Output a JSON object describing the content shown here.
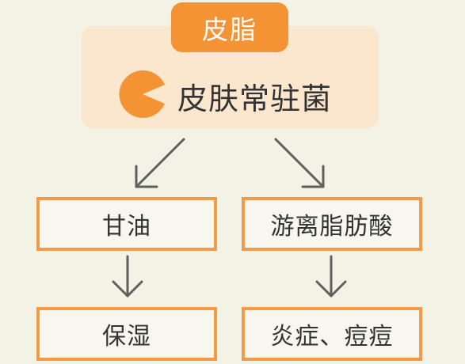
{
  "source": {
    "tag_label": "皮脂",
    "organism_label": "皮肤常驻菌",
    "organism_icon": "pacman-bacteria-icon"
  },
  "products": {
    "left": "甘油",
    "right": "游离脂肪酸"
  },
  "effects": {
    "left": "保湿",
    "right": "炎症、痘痘"
  },
  "colors": {
    "background": "#f2f2e5",
    "panel": "#fbe6ce",
    "accent": "#f39333",
    "box_border": "#f29a45",
    "arrow": "#5f5f5f",
    "text": "#333333"
  }
}
